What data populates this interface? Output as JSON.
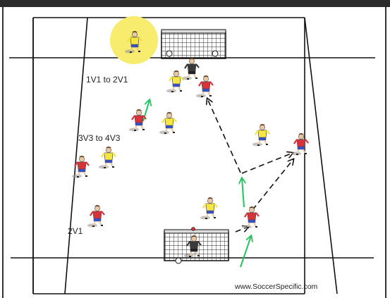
{
  "colors": {
    "top_bar": "#2b2b2b",
    "line": "#111111",
    "highlight": "#f7ec6e",
    "yellow_team": "#f5e642",
    "red_team": "#d8323a",
    "shorts_blue": "#3a4fb8",
    "keeper": "#3a3a3a",
    "arrow_pass": "#111111",
    "arrow_run": "#22c55e"
  },
  "labels": {
    "drill_1": "1V1 to 2V1",
    "drill_2": "3V3 to 4V3",
    "drill_3": "2V1"
  },
  "watermark": "www.SoccerSpecific.com",
  "icons": {
    "player": "player-figure-icon",
    "goal": "goal-net-icon",
    "ball": "soccer-ball-icon"
  }
}
